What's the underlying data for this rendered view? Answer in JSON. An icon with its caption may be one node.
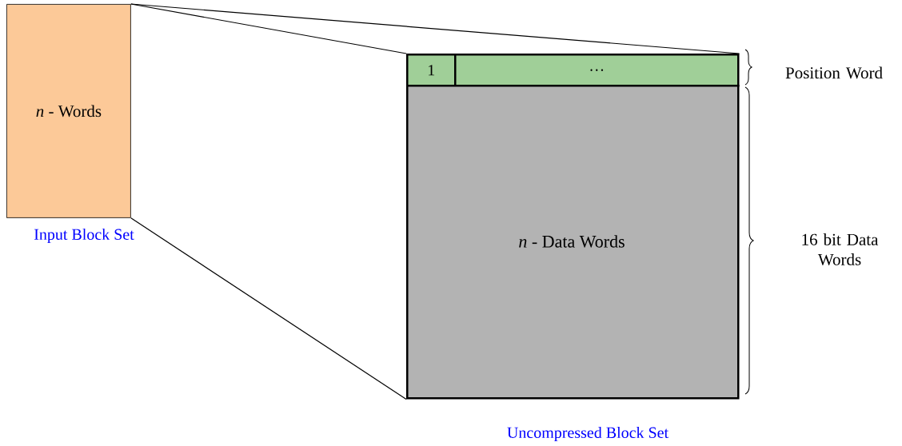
{
  "diagram": {
    "nodes": [
      {
        "text": [
          "*n* - Words"
        ],
        "beside": [
          "Input Block Set"
        ]
      },
      {
        "text": [
          "1"
        ]
      },
      {
        "text": [
          "…"
        ]
      },
      {
        "text": [
          "*n* - Data Words"
        ],
        "beside": [
          "Uncompressed Block Set"
        ]
      }
    ],
    "edges": [
      {
        "from": 0,
        "to": 1,
        "arrow": "none"
      },
      {
        "from": 0,
        "to": 2,
        "arrow": "none"
      },
      {
        "from": 0,
        "to": 3,
        "arrow": "none"
      }
    ],
    "labels": [
      "Position Word",
      "16 bit Data Words"
    ]
  }
}
